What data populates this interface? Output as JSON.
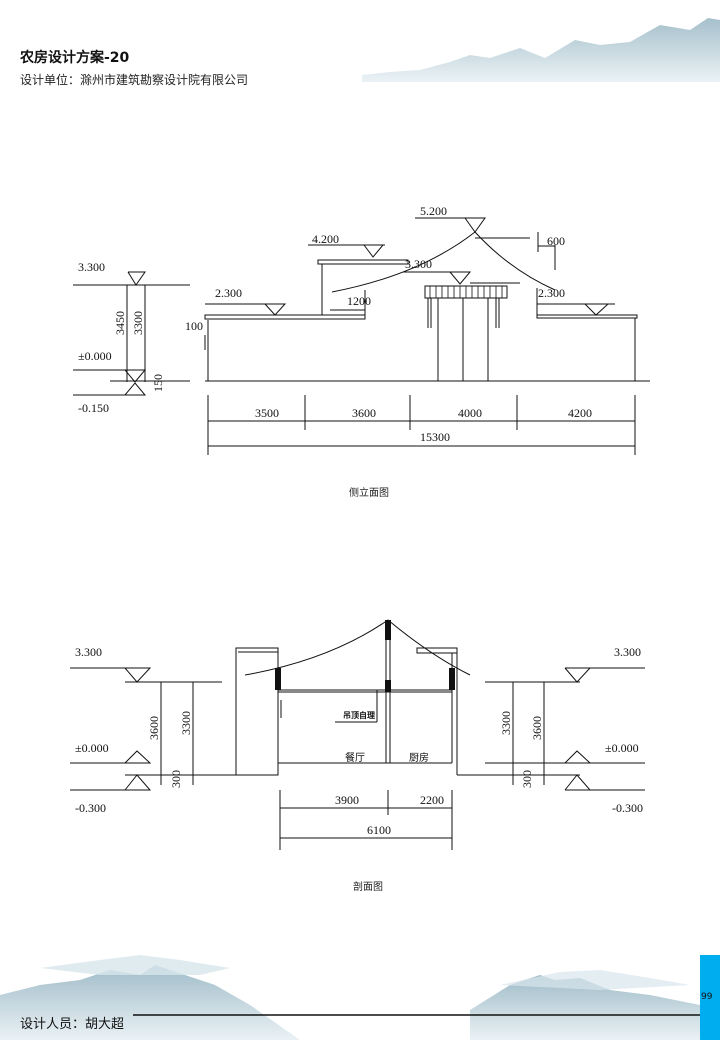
{
  "header": {
    "title": "农房设计方案-20",
    "unit": "设计单位：滁州市建筑勘察设计院有限公司"
  },
  "elevation": {
    "caption": "侧立面图",
    "levels": {
      "l1": "3.300",
      "l2": "±0.000",
      "l3": "-0.150",
      "l4": "2.300",
      "l5": "4.200",
      "l6": "5.200",
      "l7": "3.300",
      "l8": "2.300"
    },
    "dims": {
      "d3450": "3450",
      "d3300": "3300",
      "d150": "150",
      "d100": "100",
      "d1200": "1200",
      "d600": "600",
      "d3500": "3500",
      "d3600": "3600",
      "d4000": "4000",
      "d4200": "4200",
      "d15300": "15300"
    }
  },
  "section": {
    "caption": "剖面图",
    "levels": {
      "l_top_l": "3.300",
      "l_zero_l": "±0.000",
      "l_neg_l": "-0.300",
      "l_top_r": "3.300",
      "l_zero_r": "±0.000",
      "l_neg_r": "-0.300"
    },
    "dims": {
      "d3600l": "3600",
      "d3300l": "3300",
      "d300l": "300",
      "d3300r": "3300",
      "d3600r": "3600",
      "d300r": "300",
      "d3900": "3900",
      "d2200": "2200",
      "d6100": "6100"
    },
    "rooms": {
      "dining": "餐厅",
      "kitchen": "厨房",
      "ceiling_note": "吊顶自理"
    }
  },
  "footer": {
    "designer": "设计人员：胡大超",
    "page": "99"
  },
  "colors": {
    "accent": "#00aeef",
    "mountain": "#a9c6d2"
  }
}
